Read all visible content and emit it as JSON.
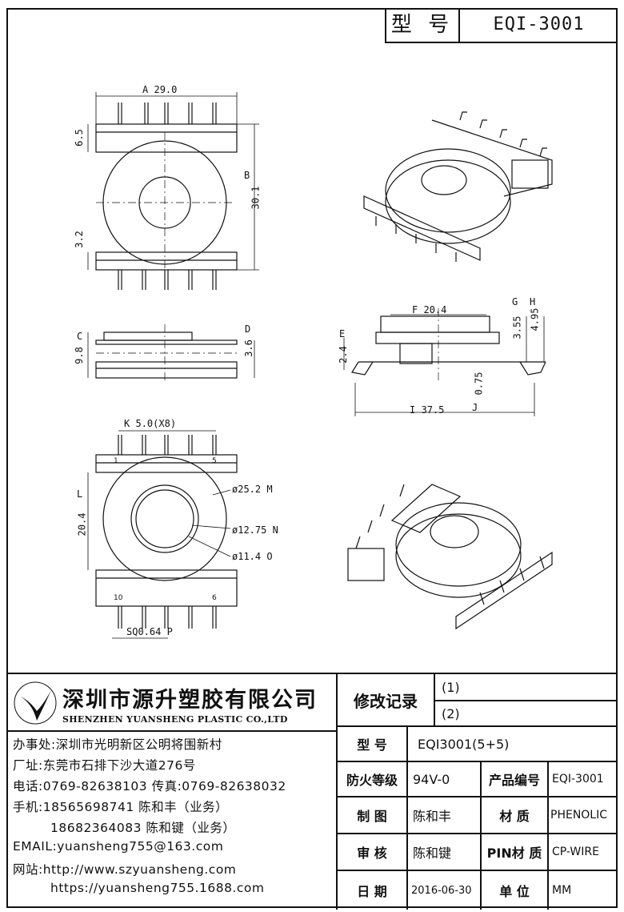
{
  "title_block": {
    "model_label": "型 号",
    "model_value": "EQI-3001"
  },
  "drawing": {
    "dims": {
      "a": "29.0",
      "b": "30.1",
      "dim_6_5": "6.5",
      "dim_3_2": "3.2",
      "c": "9.8",
      "d": "3.6",
      "f": "20.4",
      "g": "3.55",
      "h": "4.95",
      "e": "2.4",
      "j": "0.75",
      "i": "37.5",
      "k": "5.0(X8)",
      "l": "20.4",
      "m": "ø25.2",
      "n": "ø12.75",
      "o": "ø11.4",
      "p": "SQ0.64"
    },
    "markers": {
      "a": "A",
      "b": "B",
      "c": "C",
      "d": "D",
      "e": "E",
      "f": "F",
      "g": "G",
      "h": "H",
      "i": "I",
      "j": "J",
      "k": "K",
      "l": "L",
      "m": "M",
      "n": "N",
      "o": "O",
      "p": "P"
    },
    "pin_labels": {
      "pin1": "1",
      "pin5": "5",
      "pin10": "10",
      "pin6": "6"
    }
  },
  "company": {
    "name_cn": "深圳市源升塑胶有限公司",
    "name_en": "SHENZHEN YUANSHENG PLASTIC CO.,LTD",
    "office": "办事处:深圳市光明新区公明将围新村",
    "factory": "厂址:东莞市石排下沙大道276号",
    "phone": "电话:0769-82638103 传真:0769-82638032",
    "mobile1": "手机:18565698741 陈和丰（业务）",
    "mobile2": "18682364083 陈和键（业务）",
    "email": "EMAIL:yuansheng755@163.com",
    "web1": "网站:http://www.szyuansheng.com",
    "web2": "https://yuansheng755.1688.com"
  },
  "info": {
    "revision_label": "修改记录",
    "rev1": "(1)",
    "rev2": "(2)",
    "model_label": "型 号",
    "model_value": "EQI3001(5+5)",
    "fire_label": "防火等级",
    "fire_value": "94V-0",
    "product_no_label": "产品编号",
    "product_no_value": "EQI-3001",
    "drawn_label": "制 图",
    "drawn_value": "陈和丰",
    "material_label": "材 质",
    "material_value": "PHENOLIC",
    "check_label": "审 核",
    "check_value": "陈和键",
    "pin_material_label": "PIN材 质",
    "pin_material_value": "CP-WIRE",
    "date_label": "日 期",
    "date_value": "2016-06-30",
    "unit_label": "单 位",
    "unit_value": "MM"
  }
}
